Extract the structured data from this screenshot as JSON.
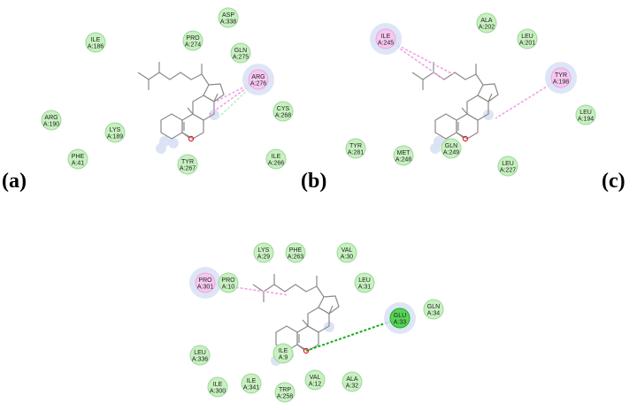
{
  "colors": {
    "residue_fill": "#c8f0c0",
    "residue_stroke": "#9ad89a",
    "pi_alkyl": "#f0a0e6",
    "h_bond": "#1ea81e",
    "carbon_hbond": "#bfeebf",
    "halo": "#d8e0f4",
    "oxygen": "#e0202a",
    "bond": "#8a8a8a"
  },
  "panels": [
    {
      "id": "a",
      "label": "(a)",
      "residues": [
        {
          "id": "ile186",
          "name": "ILE",
          "num": "A:186",
          "type": "vdw"
        },
        {
          "id": "pro274",
          "name": "PRO",
          "num": "A:274",
          "type": "vdw"
        },
        {
          "id": "asp338",
          "name": "ASP",
          "num": "A:338",
          "type": "vdw"
        },
        {
          "id": "gln275",
          "name": "GLN",
          "num": "A:275",
          "type": "vdw"
        },
        {
          "id": "arg276",
          "name": "ARG",
          "num": "A:276",
          "type": "alkyl"
        },
        {
          "id": "cys268",
          "name": "CYS",
          "num": "A:268",
          "type": "vdw"
        },
        {
          "id": "arg190",
          "name": "ARG",
          "num": "A:190",
          "type": "vdw"
        },
        {
          "id": "lys189",
          "name": "LYS",
          "num": "A:189",
          "type": "vdw"
        },
        {
          "id": "phe41",
          "name": "PHE",
          "num": "A:41",
          "type": "vdw"
        },
        {
          "id": "tyr267",
          "name": "TYR",
          "num": "A:267",
          "type": "vdw"
        },
        {
          "id": "ile266",
          "name": "ILE",
          "num": "A:266",
          "type": "vdw"
        }
      ]
    },
    {
      "id": "b",
      "label": "(b)",
      "residues": [
        {
          "id": "ile245",
          "name": "ILE",
          "num": "A:245",
          "type": "alkyl"
        },
        {
          "id": "ala202",
          "name": "ALA",
          "num": "A:202",
          "type": "vdw"
        },
        {
          "id": "leu201",
          "name": "LEU",
          "num": "A:201",
          "type": "vdw"
        },
        {
          "id": "tyr198",
          "name": "TYR",
          "num": "A:198",
          "type": "alkyl"
        },
        {
          "id": "leu194",
          "name": "LEU",
          "num": "A:194",
          "type": "vdw"
        },
        {
          "id": "tyr281",
          "name": "TYR",
          "num": "A:281",
          "type": "vdw"
        },
        {
          "id": "met248",
          "name": "MET",
          "num": "A:248",
          "type": "vdw"
        },
        {
          "id": "gln249",
          "name": "GLN",
          "num": "A:249",
          "type": "vdw"
        },
        {
          "id": "leu227",
          "name": "LEU",
          "num": "A:227",
          "type": "vdw"
        }
      ]
    },
    {
      "id": "c",
      "label": "(c)",
      "residues": [
        {
          "id": "lys29",
          "name": "LYS",
          "num": "A:29",
          "type": "vdw"
        },
        {
          "id": "phe263",
          "name": "PHE",
          "num": "A:263",
          "type": "vdw"
        },
        {
          "id": "val30",
          "name": "VAL",
          "num": "A:30",
          "type": "vdw"
        },
        {
          "id": "pro301",
          "name": "PRO",
          "num": "A:301",
          "type": "alkyl"
        },
        {
          "id": "pro10",
          "name": "PRO",
          "num": "A:10",
          "type": "vdw"
        },
        {
          "id": "leu31",
          "name": "LEU",
          "num": "A:31",
          "type": "vdw"
        },
        {
          "id": "glu33",
          "name": "GLU",
          "num": "A:33",
          "type": "hbond"
        },
        {
          "id": "gln34",
          "name": "GLN",
          "num": "A:34",
          "type": "vdw"
        },
        {
          "id": "leu336",
          "name": "LEU",
          "num": "A:336",
          "type": "vdw"
        },
        {
          "id": "ile9",
          "name": "ILE",
          "num": "A:9",
          "type": "vdw"
        },
        {
          "id": "ile300",
          "name": "ILE",
          "num": "A:300",
          "type": "vdw"
        },
        {
          "id": "ile341",
          "name": "ILE",
          "num": "A:341",
          "type": "vdw"
        },
        {
          "id": "trp258",
          "name": "TRP",
          "num": "A:258",
          "type": "vdw"
        },
        {
          "id": "val12",
          "name": "VAL",
          "num": "A:12",
          "type": "vdw"
        },
        {
          "id": "ala32",
          "name": "ALA",
          "num": "A:32",
          "type": "vdw"
        }
      ]
    }
  ]
}
